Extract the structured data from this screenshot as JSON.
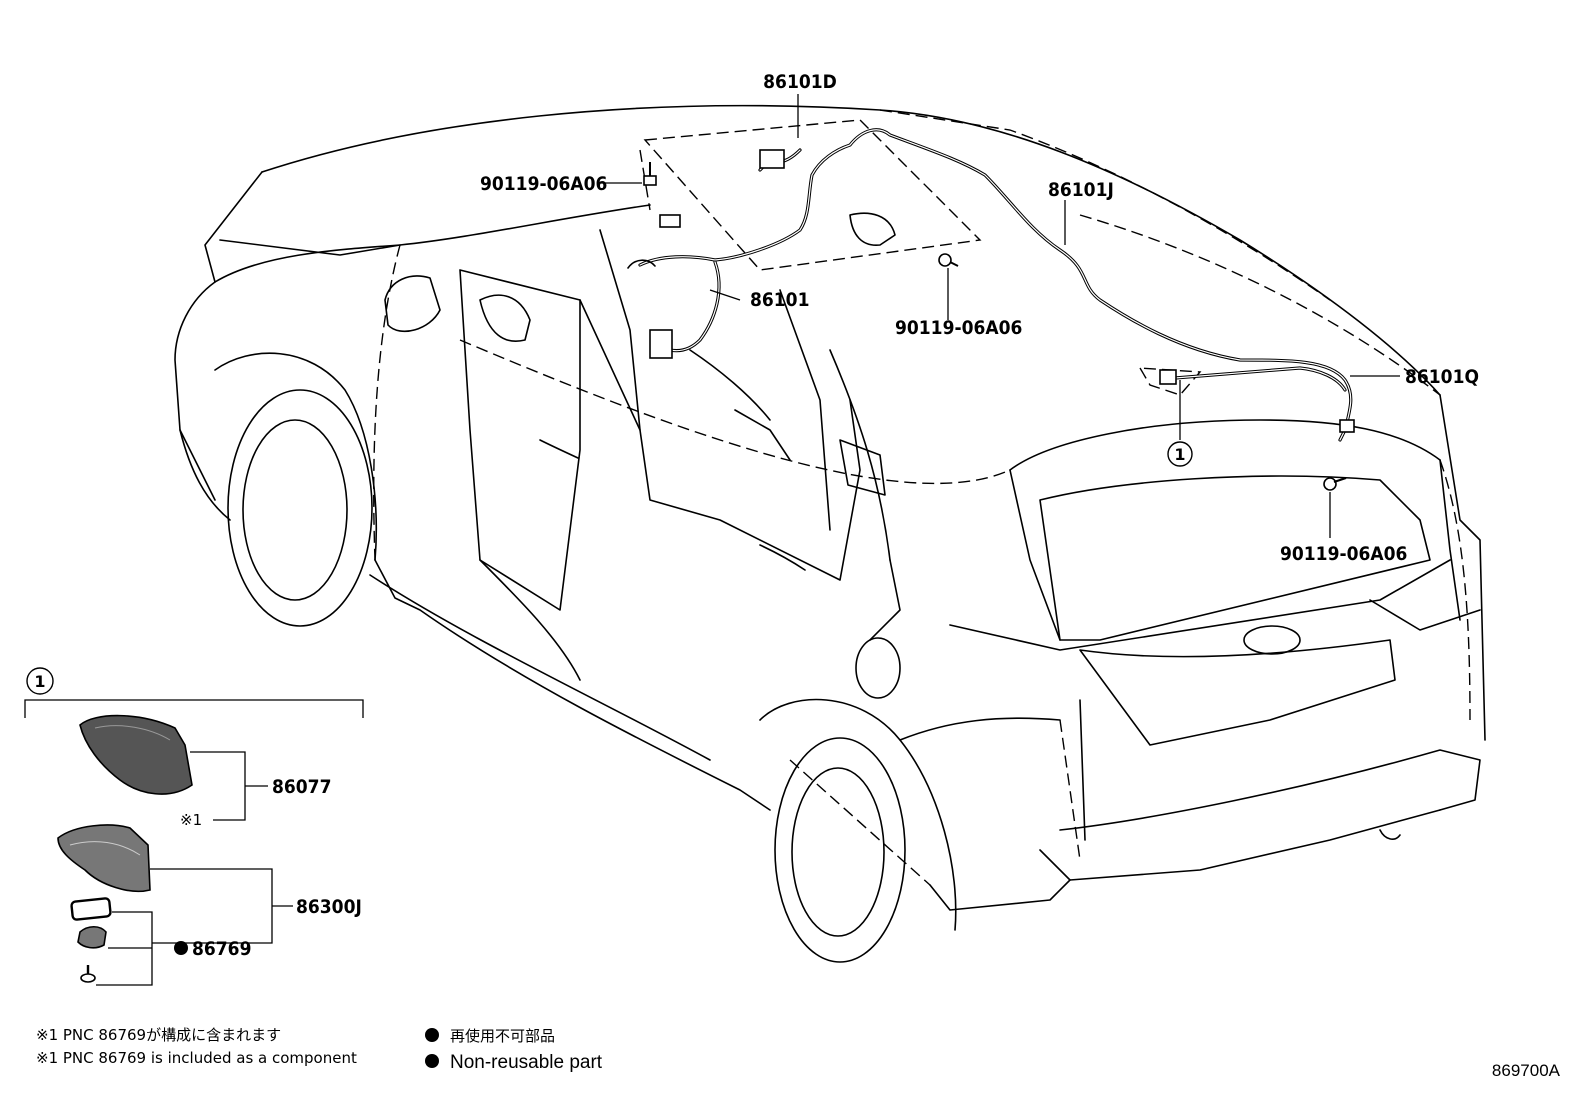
{
  "labels": {
    "p86101D": "86101D",
    "p86101J": "86101J",
    "p86101": "86101",
    "p86101Q": "86101Q",
    "bolt_a": "90119-06A06",
    "bolt_b": "90119-06A06",
    "bolt_c": "90119-06A06",
    "p86077": "86077",
    "p86300J": "86300J",
    "p86769": "86769",
    "ref1": "1",
    "ref1_car": "1",
    "star_ref": "※1"
  },
  "notes": {
    "line1_ja": "※1 PNC 86769が構成に含まれます",
    "line2_en": "※1 PNC 86769 is included as a component",
    "legend_ja": "再使用不可部品",
    "legend_en": "Non-reusable part"
  },
  "diagram_code": "869700A",
  "colors": {
    "ink": "#000000",
    "paper": "#ffffff",
    "part_fill": "#555555"
  }
}
